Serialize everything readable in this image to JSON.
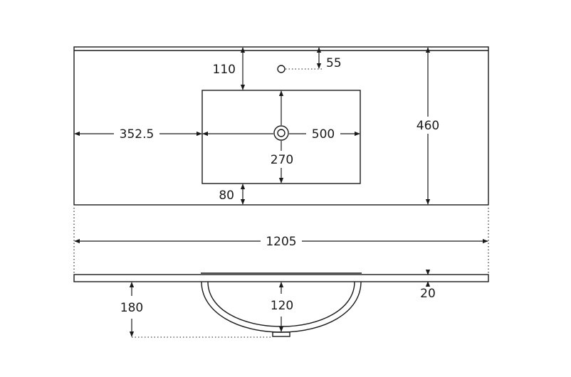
{
  "dimensions": {
    "top_to_basin": "110",
    "tap_hole_offset": "55",
    "left_to_basin": "352.5",
    "basin_width": "500",
    "basin_depth": "270",
    "basin_to_front": "80",
    "vanity_depth": "460",
    "total_width": "1205",
    "top_thickness": "20",
    "overall_drop": "180",
    "bowl_depth": "120"
  },
  "colors": {
    "line": "#1a1a1a",
    "background": "#ffffff"
  }
}
